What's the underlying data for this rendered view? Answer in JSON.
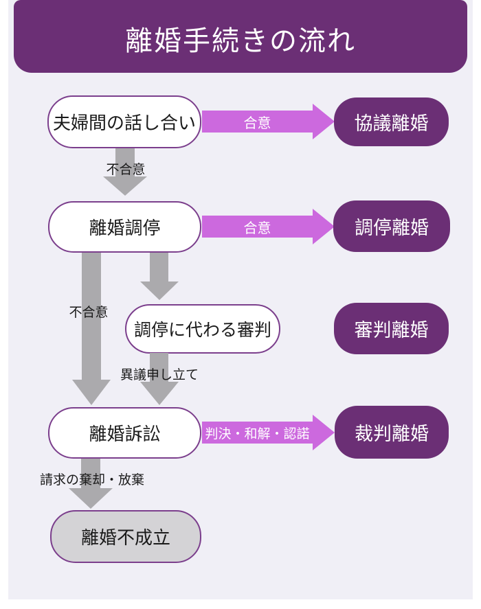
{
  "page": {
    "title": "離婚手続きの流れ"
  },
  "colors": {
    "header_purple": "#6B2F75",
    "node_purple": "#6B2F75",
    "box_border_purple": "#7B3E8C",
    "pink_arrow": "#CC69DE",
    "gray_arrow": "#ABAAAD",
    "gray_box_fill": "#D4D3D6",
    "panel_bg": "#F0EFF6"
  },
  "nodes": {
    "talk": {
      "label": "夫婦間の話し合い"
    },
    "mediation": {
      "label": "離婚調停"
    },
    "ruling_instead": {
      "label": "調停に代わる審判"
    },
    "lawsuit": {
      "label": "離婚訴訟"
    },
    "not_established": {
      "label": "離婚不成立"
    },
    "kyogi_divorce": {
      "label": "協議離婚"
    },
    "chotei_divorce": {
      "label": "調停離婚"
    },
    "shinpan_divorce": {
      "label": "審判離婚"
    },
    "saiban_divorce": {
      "label": "裁判離婚"
    }
  },
  "edges": {
    "agree_1": {
      "label": "合意"
    },
    "agree_2": {
      "label": "合意"
    },
    "judgment": {
      "label": "判決・和解・認諾"
    },
    "disagree_1": {
      "label": "不合意"
    },
    "disagree_2": {
      "label": "不合意"
    },
    "objection": {
      "label": "異議申し立て"
    },
    "dismissal": {
      "label": "請求の棄却・放棄"
    }
  }
}
